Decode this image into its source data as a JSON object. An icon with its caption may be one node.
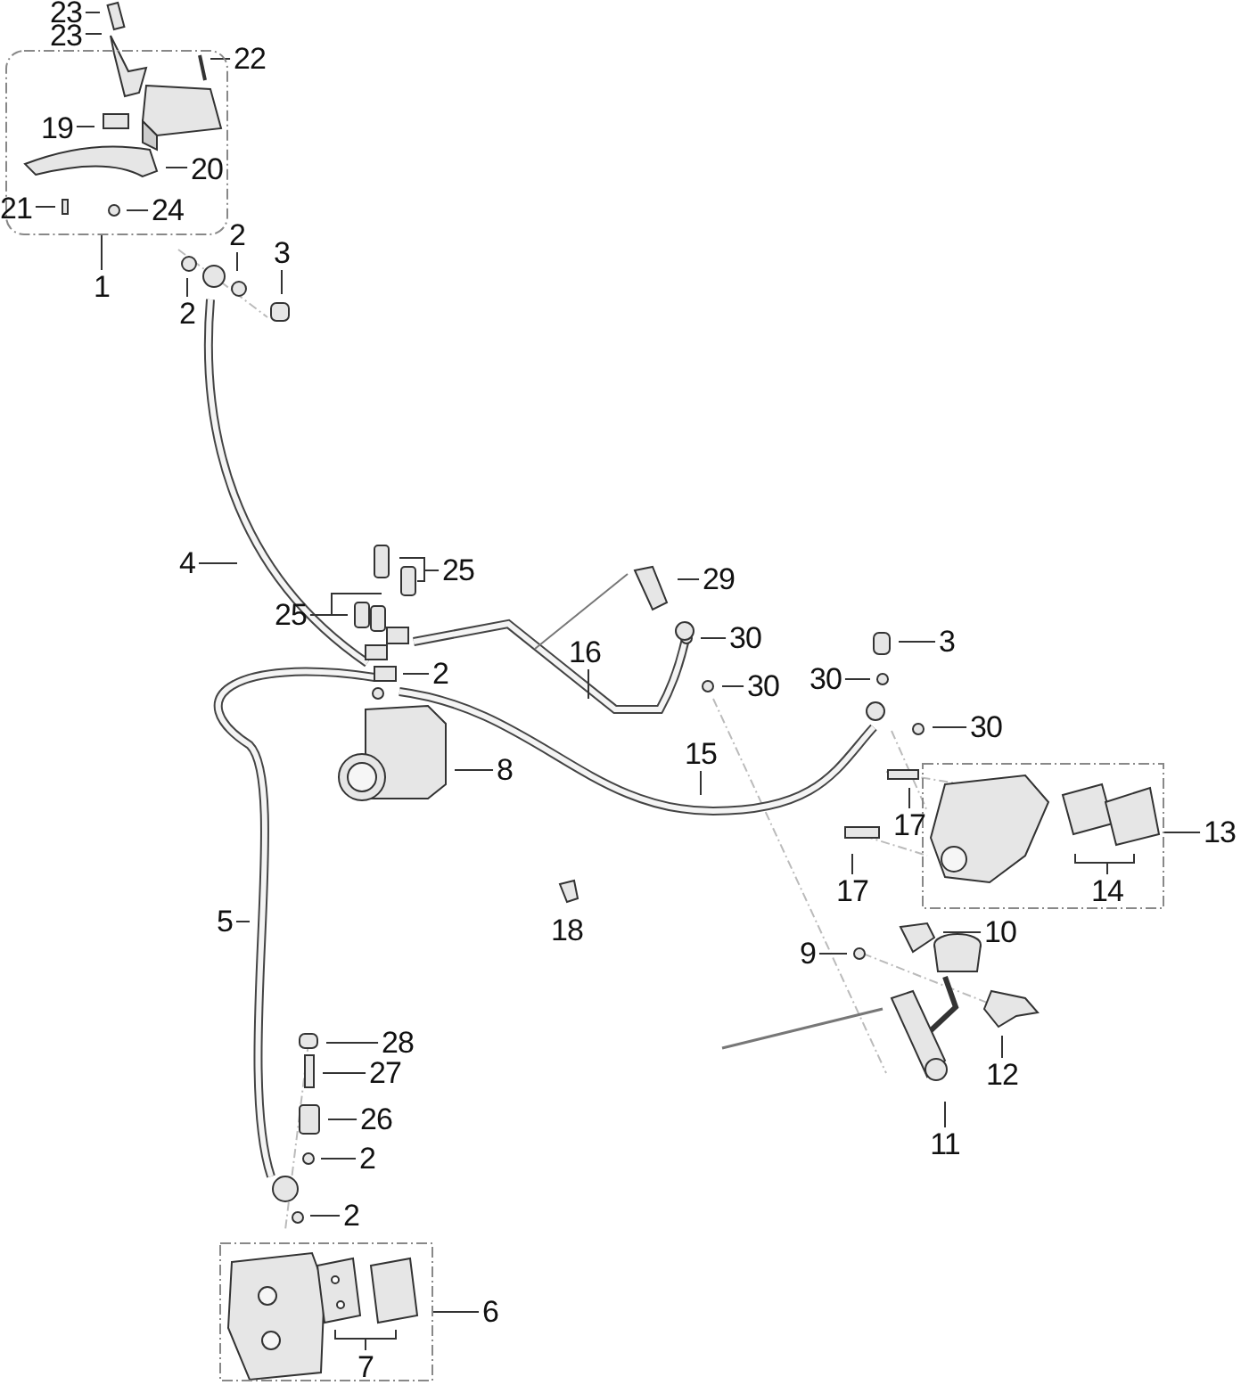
{
  "diagram": {
    "nodes": [
      {
        "text": [
          "23"
        ]
      },
      {
        "text": [
          "23"
        ]
      },
      {
        "text": [],
        "shape": "box"
      },
      {
        "text": [
          "22"
        ]
      },
      {
        "text": [
          "19"
        ],
        "in": 2
      },
      {
        "text": [
          "20"
        ],
        "in": 2
      },
      {
        "text": [
          "21"
        ],
        "in": 2
      },
      {
        "text": [
          "24"
        ],
        "in": 2
      },
      {
        "text": [
          "2"
        ]
      },
      {
        "text": [
          "3"
        ]
      },
      {
        "text": [
          "1"
        ]
      },
      {
        "text": [
          "2"
        ]
      },
      {
        "text": [
          "4"
        ]
      },
      {
        "text": [
          "25"
        ]
      },
      {
        "text": [
          "29"
        ]
      },
      {
        "text": [
          "25"
        ]
      },
      {
        "text": [
          "30"
        ]
      },
      {
        "text": [
          "3"
        ]
      },
      {
        "text": [
          "16"
        ]
      },
      {
        "text": [
          "2"
        ]
      },
      {
        "text": [
          "30"
        ]
      },
      {
        "text": [
          "30"
        ]
      },
      {
        "text": [
          "30"
        ]
      },
      {
        "text": [
          "8"
        ]
      },
      {
        "text": [
          "15"
        ]
      },
      {
        "text": [],
        "shape": "box"
      },
      {
        "text": [
          "17"
        ]
      },
      {
        "text": [
          "13"
        ]
      },
      {
        "text": [
          "17"
        ]
      },
      {
        "text": [
          "14"
        ],
        "in": 25
      },
      {
        "text": [
          "5"
        ]
      },
      {
        "text": [
          "10"
        ]
      },
      {
        "text": [
          "9"
        ]
      },
      {
        "text": [
          "12"
        ]
      },
      {
        "text": [
          "11"
        ]
      },
      {
        "text": [
          "28"
        ]
      },
      {
        "text": [
          "27"
        ]
      },
      {
        "text": [
          "26"
        ]
      },
      {
        "text": [
          "2"
        ]
      },
      {
        "text": [
          "2"
        ]
      },
      {
        "text": [],
        "shape": "box"
      },
      {
        "text": [
          "6"
        ]
      },
      {
        "text": [
          "7"
        ],
        "in": 40
      }
    ],
    "edges": [
      {
        "from": 0,
        "to": null,
        "arrow": "none"
      },
      {
        "from": 1,
        "to": null,
        "arrow": "none"
      },
      {
        "from": 3,
        "to": null,
        "arrow": "none"
      },
      {
        "from": 4,
        "to": null,
        "arrow": "none"
      },
      {
        "from": 5,
        "to": null,
        "arrow": "none"
      },
      {
        "from": 6,
        "to": null,
        "arrow": "none"
      },
      {
        "from": 7,
        "to": null,
        "arrow": "none"
      },
      {
        "from": 8,
        "to": null,
        "arrow": "none"
      },
      {
        "from": 9,
        "to": null,
        "arrow": "none"
      },
      {
        "from": 10,
        "to": 2,
        "arrow": "none"
      },
      {
        "from": 11,
        "to": null,
        "arrow": "none"
      },
      {
        "from": 12,
        "to": null,
        "arrow": "none"
      },
      {
        "from": 13,
        "to": null,
        "arrow": "none"
      },
      {
        "from": 14,
        "to": null,
        "arrow": "none"
      },
      {
        "from": 15,
        "to": null,
        "arrow": "none"
      },
      {
        "from": 16,
        "to": null,
        "arrow": "none"
      },
      {
        "from": 17,
        "to": null,
        "arrow": "none"
      },
      {
        "from": 18,
        "to": null,
        "arrow": "none"
      },
      {
        "from": 19,
        "to": null,
        "arrow": "none"
      },
      {
        "from": 20,
        "to": null,
        "arrow": "none"
      },
      {
        "from": 21,
        "to": null,
        "arrow": "none"
      },
      {
        "from": 22,
        "to": null,
        "arrow": "none"
      },
      {
        "from": 23,
        "to": null,
        "arrow": "none"
      },
      {
        "from": 24,
        "to": null,
        "arrow": "none"
      },
      {
        "from": 26,
        "to": null,
        "arrow": "none"
      },
      {
        "from": 27,
        "to": 25,
        "arrow": "none"
      },
      {
        "from": 28,
        "to": null,
        "arrow": "none"
      },
      {
        "from": 29,
        "to": null,
        "arrow": "none"
      },
      {
        "from": 30,
        "to": null,
        "arrow": "none"
      },
      {
        "from": 31,
        "to": null,
        "arrow": "none"
      },
      {
        "from": 32,
        "to": null,
        "arrow": "none"
      },
      {
        "from": 33,
        "to": null,
        "arrow": "none"
      },
      {
        "from": 34,
        "to": null,
        "arrow": "none"
      },
      {
        "from": 35,
        "to": null,
        "arrow": "none"
      },
      {
        "from": 36,
        "to": null,
        "arrow": "none"
      },
      {
        "from": 37,
        "to": null,
        "arrow": "none"
      },
      {
        "from": 38,
        "to": null,
        "arrow": "none"
      },
      {
        "from": 39,
        "to": null,
        "arrow": "none"
      },
      {
        "from": 41,
        "to": 40,
        "arrow": "none"
      },
      {
        "from": 42,
        "to": null,
        "arrow": "none"
      }
    ],
    "labels": [
      "18"
    ]
  }
}
